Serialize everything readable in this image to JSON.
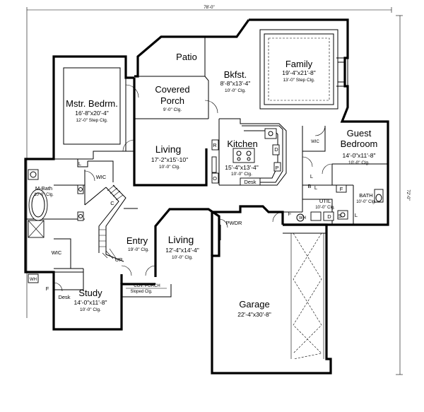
{
  "overall": {
    "width_label": "78'-0\"",
    "depth_label": "72'-0\""
  },
  "rooms": {
    "patio": {
      "name": "Patio"
    },
    "covered_porch": {
      "name1": "Covered",
      "name2": "Porch",
      "clg": "9'-0\" Clg."
    },
    "bkfst": {
      "name": "Bkfst.",
      "dims": "8'-8\"x13'-4\"",
      "clg": "10'-0\" Clg."
    },
    "family": {
      "name": "Family",
      "dims": "19'-4\"x21'-8\"",
      "clg": "13'-0\" Step Clg."
    },
    "mstr_bedrm": {
      "name": "Mstr. Bedrm.",
      "dims": "16'-8\"x20'-4\"",
      "clg": "12'-0\" Step Clg."
    },
    "living_rear": {
      "name": "Living",
      "dims": "17'-2\"x15'-10\"",
      "clg": "10'-0\" Clg."
    },
    "kitchen": {
      "name": "Kitchen",
      "dims": "15'-4\"x13'-4\"",
      "clg": "10'-0\" Clg."
    },
    "guest": {
      "name1": "Guest",
      "name2": "Bedroom",
      "dims": "14'-0\"x11'-8\"",
      "clg": "10'-0\" Clg."
    },
    "mbath": {
      "name": "M-Bath",
      "clg": "10'-0\" Clg."
    },
    "entry": {
      "name": "Entry",
      "clg": "19'-0\" Clg."
    },
    "living_front": {
      "name": "Living",
      "dims": "12'-4\"x14'-4\"",
      "clg": "10'-0\" Clg."
    },
    "util": {
      "name": "UTIL",
      "clg": "10'-0\" Clg."
    },
    "bath": {
      "name": "BATH",
      "clg": "10'-0\" Clg."
    },
    "study": {
      "name": "Study",
      "dims": "14'-0\"x11'-8\"",
      "clg": "10'-0\" Clg."
    },
    "cov_porch": {
      "name": "COV. PORCH",
      "clg": "Sloped Clg."
    },
    "garage": {
      "name": "Garage",
      "dims": "22'-4\"x30'-8\""
    }
  },
  "labels": {
    "wic_master": "WIC",
    "wic_bath": "WIC",
    "wic_guest": "WIC",
    "pwdr": "PWDR",
    "desk_kitchen": "Desk",
    "desk_study": "Desk",
    "up": "UP",
    "c": "C",
    "l1": "L",
    "l2": "L",
    "l3": "L",
    "l4": "L",
    "b": "B",
    "f1": "F",
    "f2": "F",
    "f3": "F",
    "d1": "D",
    "d2": "D",
    "r": "R",
    "o": "O",
    "p": "P",
    "s": "S",
    "wh1": "WH",
    "wh2": "WH"
  }
}
